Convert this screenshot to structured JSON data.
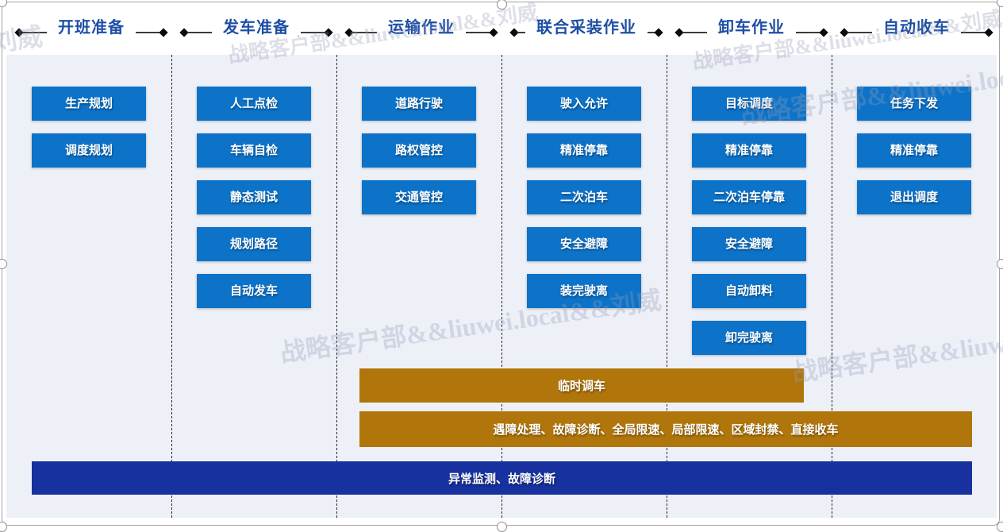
{
  "watermark": {
    "text": "战略客户部&&liuwei.local&&刘威"
  },
  "columns": [
    {
      "title": "开班准备",
      "steps": [
        "生产规划",
        "调度规划"
      ]
    },
    {
      "title": "发车准备",
      "steps": [
        "人工点检",
        "车辆自检",
        "静态测试",
        "规划路径",
        "自动发车"
      ]
    },
    {
      "title": "运输作业",
      "steps": [
        "道路行驶",
        "路权管控",
        "交通管控"
      ]
    },
    {
      "title": "联合采装作业",
      "steps": [
        "驶入允许",
        "精准停靠",
        "二次泊车",
        "安全避障",
        "装完驶离"
      ]
    },
    {
      "title": "卸车作业",
      "steps": [
        "目标调度",
        "精准停靠",
        "二次泊车停靠",
        "安全避障",
        "自动卸料",
        "卸完驶离"
      ]
    },
    {
      "title": "自动收车",
      "steps": [
        "任务下发",
        "精准停靠",
        "退出调度"
      ]
    }
  ],
  "bands": {
    "temp_dispatch": "临时调车",
    "exception_ops": "遇障处理、故障诊断、全局限速、局部限速、区域封禁、直接收车",
    "monitoring": "异常监测、故障诊断"
  },
  "colors": {
    "step_blue": "#0d73c9",
    "band_orange": "#b1760b",
    "band_navy": "#17319e",
    "title_blue": "#1e4fa6",
    "panel_bg": "#eef0f8"
  }
}
